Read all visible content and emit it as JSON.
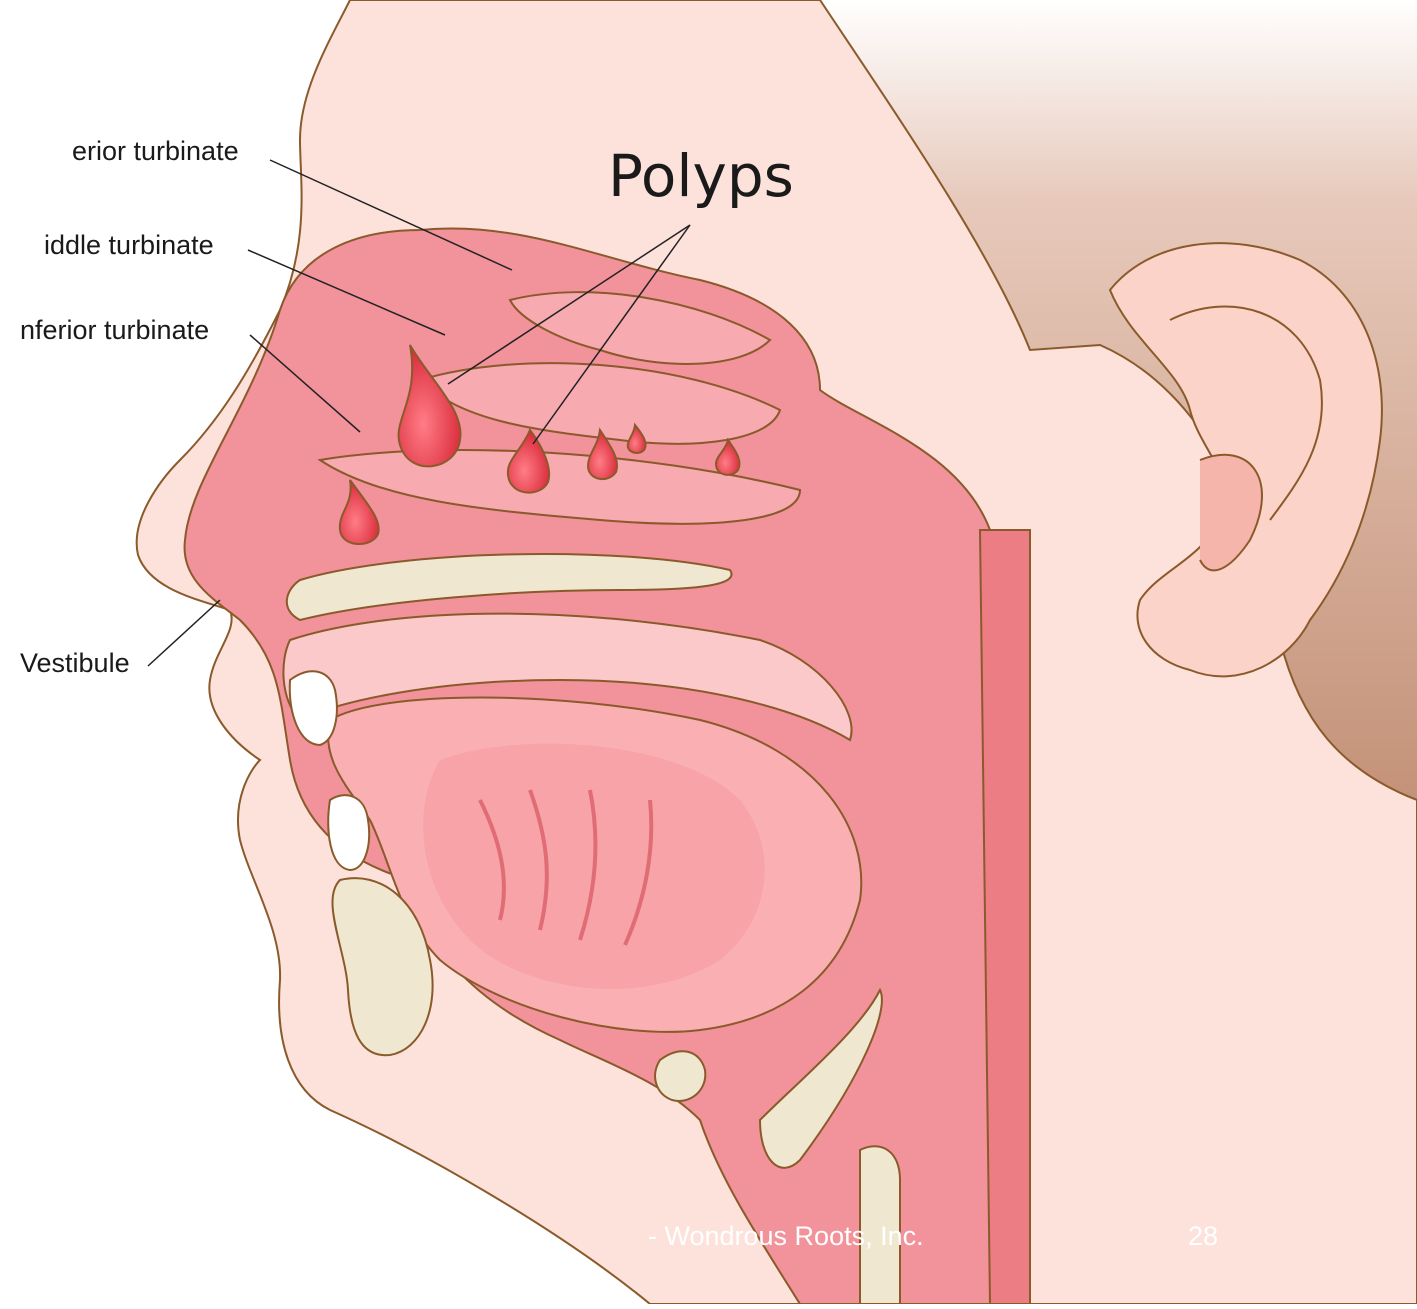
{
  "labels": {
    "superior": "erior turbinate",
    "middle": "iddle turbinate",
    "inferior": "nferior turbinate",
    "vestibule": "Vestibule",
    "polyps": "Polyps"
  },
  "footer": {
    "credit": "- Wondrous Roots, Inc.",
    "page": "28"
  },
  "colors": {
    "skin": "#fde1db",
    "hair": "#c79a82",
    "mucosa": "#f2929a",
    "mucosa_dark": "#ec7d84",
    "polyp": "#e23a48",
    "bone": "#efe7cf",
    "outline": "#8a5a2b"
  }
}
